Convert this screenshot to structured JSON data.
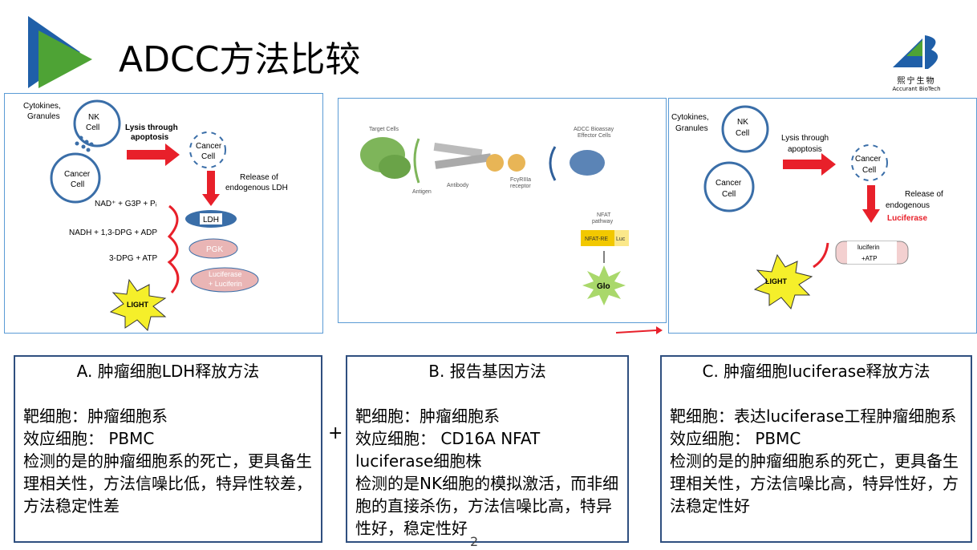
{
  "title": "ADCC方法比较",
  "logo": {
    "cn": "熙宁生物",
    "en": "Accurant BioTech"
  },
  "panel_a": {
    "cytokines": "Cytokines,",
    "granules": "Granules",
    "nk1": "NK",
    "nk2": "Cell",
    "cancer1": "Cancer",
    "cancer2": "Cell",
    "lysis1": "Lysis through",
    "lysis2": "apoptosis",
    "release1": "Release of",
    "release2": "endogenous LDH",
    "r1": "NAD⁺ + G3P + Pᵢ",
    "r2": "NADH + 1,3-DPG + ADP",
    "r3": "3-DPG + ATP",
    "ldh": "LDH",
    "pgk": "PGK",
    "luc1": "Luciferase",
    "luc2": "+ Luciferin",
    "light": "LIGHT"
  },
  "panel_b": {
    "target": "Target Cells",
    "antigen": "Antigen",
    "antibody": "Antibody",
    "fc1": "FcγRIIIa",
    "fc2": "receptor",
    "eff1": "ADCC Bioassay",
    "eff2": "Effector Cells",
    "nfat1": "NFAT",
    "nfat2": "pathway",
    "nfatre": "NFAT-RE",
    "luc": "Luc",
    "glo": "Glo"
  },
  "panel_c": {
    "cytokines": "Cytokines,",
    "granules": "Granules",
    "nk1": "NK",
    "nk2": "Cell",
    "cancer1": "Cancer",
    "cancer2": "Cell",
    "lysis1": "Lysis through",
    "lysis2": "apoptosis",
    "release1": "Release of",
    "release2": "endogenous",
    "release3": "Luciferase",
    "sub1": "luciferin",
    "sub2": "+ATP",
    "light": "LIGHT"
  },
  "boxes": [
    {
      "title": "A.  肿瘤细胞LDH释放方法",
      "lines": [
        "靶细胞：肿瘤细胞系",
        "效应细胞：  PBMC",
        "检测的是的肿瘤细胞系的死亡，更具备生理相关性，方法信噪比低，特异性较差，方法稳定性差"
      ]
    },
    {
      "title": "B.  报告基因方法",
      "lines": [
        "靶细胞：肿瘤细胞系",
        "效应细胞：  CD16A NFAT luciferase细胞株",
        "检测的是NK细胞的模拟激活，而非细胞的直接杀伤，方法信噪比高，特异性好，稳定性好"
      ]
    },
    {
      "title": "C.  肿瘤细胞luciferase释放方法",
      "lines": [
        "靶细胞：表达luciferase工程肿瘤细胞系",
        "效应细胞：  PBMC",
        "检测的是的肿瘤细胞系的死亡，更具备生理相关性，方法信噪比高，特异性好，方法稳定性好"
      ]
    }
  ],
  "plus": "+",
  "page_number": "2",
  "colors": {
    "accent_blue": "#1f5fa8",
    "accent_green": "#4ea335",
    "red": "#e8202a"
  }
}
